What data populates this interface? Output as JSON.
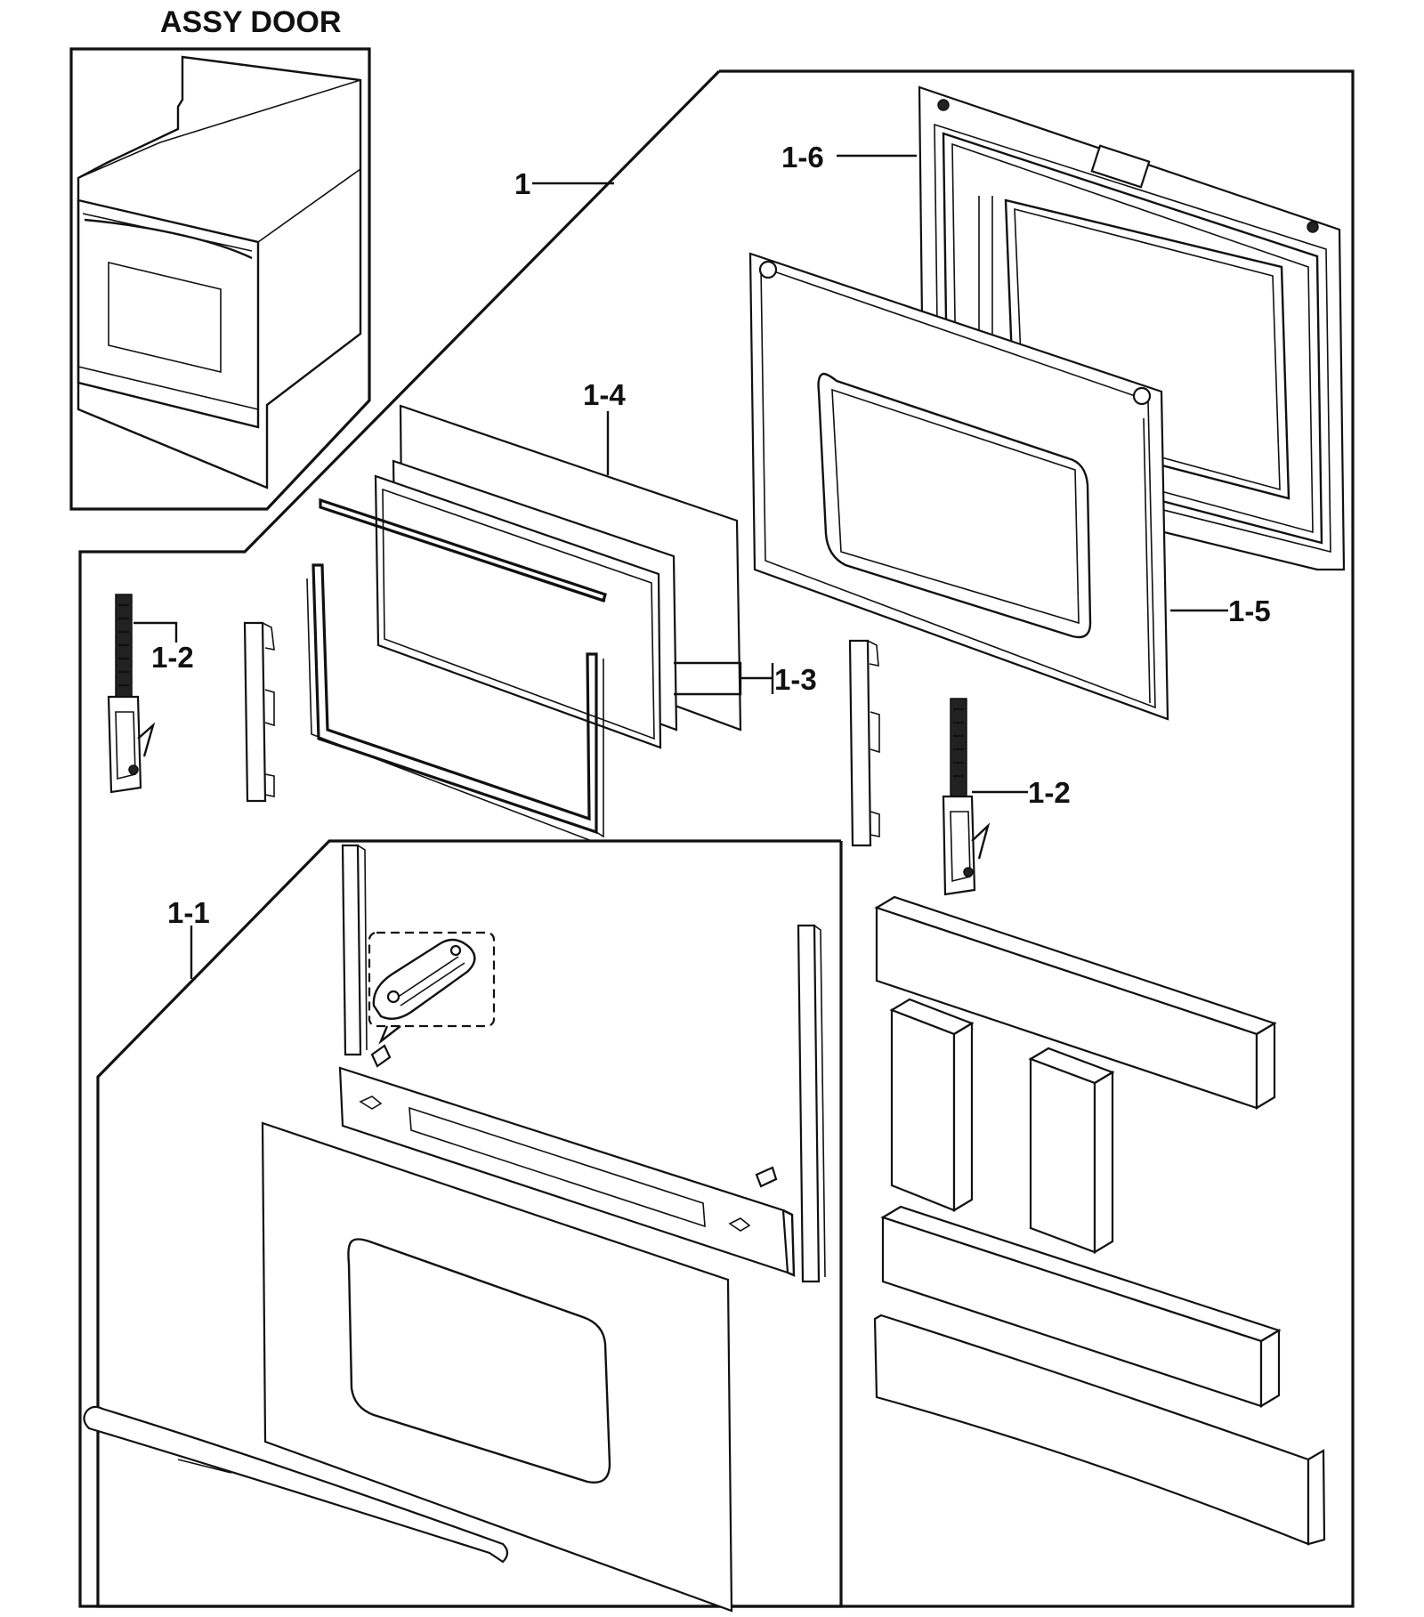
{
  "diagram": {
    "title": "ASSY DOOR",
    "callouts": {
      "assembly": "1",
      "door_outer": "1-1",
      "hinge_left": "1-2",
      "hinge_right": "1-2",
      "glass_inner": "1-3",
      "glass_middle": "1-4",
      "door_liner": "1-5",
      "door_inner": "1-6"
    }
  }
}
